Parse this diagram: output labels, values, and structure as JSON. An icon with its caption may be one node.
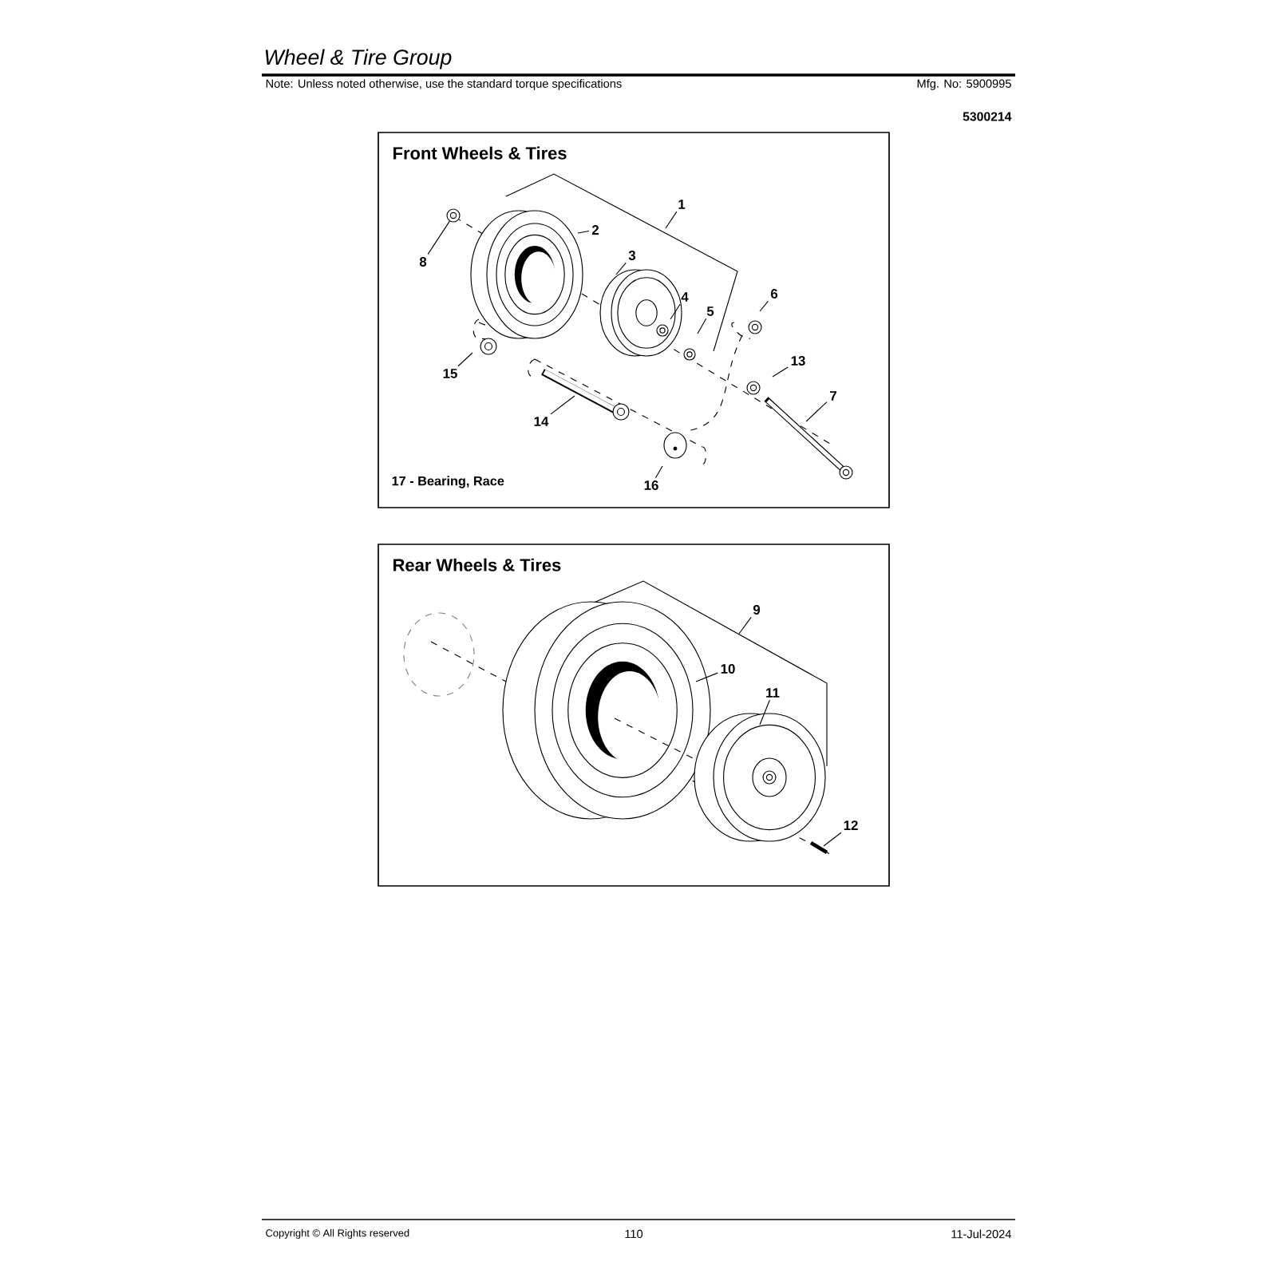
{
  "diagram": {
    "title": "Wheel & Tire Group",
    "nodes": [
      {
        "text": [
          "Front Wheels & Tires"
        ]
      },
      {
        "text": [
          "1"
        ],
        "in": 0
      },
      {
        "text": [
          "2"
        ],
        "in": 0
      },
      {
        "text": [
          "8"
        ],
        "in": 0
      },
      {
        "text": [
          "3"
        ],
        "in": 0
      },
      {
        "text": [
          "6"
        ],
        "in": 0
      },
      {
        "text": [
          "4"
        ],
        "in": 0
      },
      {
        "text": [
          "5"
        ],
        "in": 0
      },
      {
        "text": [
          "13"
        ],
        "in": 0
      },
      {
        "text": [
          "15"
        ],
        "in": 0
      },
      {
        "text": [
          "7"
        ],
        "in": 0
      },
      {
        "text": [
          "14"
        ],
        "in": 0
      },
      {
        "text": [
          "16"
        ],
        "in": 0
      },
      {
        "text": [
          "Rear Wheels & Tires"
        ]
      },
      {
        "text": [
          "9"
        ],
        "in": 13
      },
      {
        "text": [
          "10"
        ],
        "in": 13
      },
      {
        "text": [
          "11"
        ],
        "in": 13
      },
      {
        "text": [
          "12"
        ],
        "in": 13
      },
      {
        "text": [],
        "shape": "circle",
        "in": 0
      }
    ],
    "edges": [
      {
        "from": 1,
        "to": null,
        "arrow": "none"
      },
      {
        "from": 2,
        "to": null,
        "arrow": "none"
      },
      {
        "from": 3,
        "to": 18,
        "arrow": "none"
      },
      {
        "from": 4,
        "to": null,
        "arrow": "none"
      },
      {
        "from": 5,
        "to": null,
        "arrow": "none"
      },
      {
        "from": 6,
        "to": null,
        "arrow": "none"
      },
      {
        "from": 7,
        "to": null,
        "arrow": "none"
      },
      {
        "from": 8,
        "to": null,
        "arrow": "none"
      },
      {
        "from": 9,
        "to": null,
        "arrow": "none"
      },
      {
        "from": 10,
        "to": null,
        "arrow": "none"
      },
      {
        "from": 11,
        "to": null,
        "arrow": "none"
      },
      {
        "from": 12,
        "to": null,
        "arrow": "none"
      },
      {
        "from": 14,
        "to": null,
        "arrow": "none"
      },
      {
        "from": 15,
        "to": null,
        "arrow": "none"
      },
      {
        "from": 16,
        "to": null,
        "arrow": "none"
      },
      {
        "from": 17,
        "to": null,
        "arrow": "none"
      }
    ],
    "labels": [
      "Note: Unless noted otherwise, use the standard torque specifications",
      "Mfg. No: 5900995",
      "5300214",
      "17 - Bearing, Race",
      "Copyright © All Rights reserved",
      "110",
      "11-Jul-2024"
    ]
  }
}
